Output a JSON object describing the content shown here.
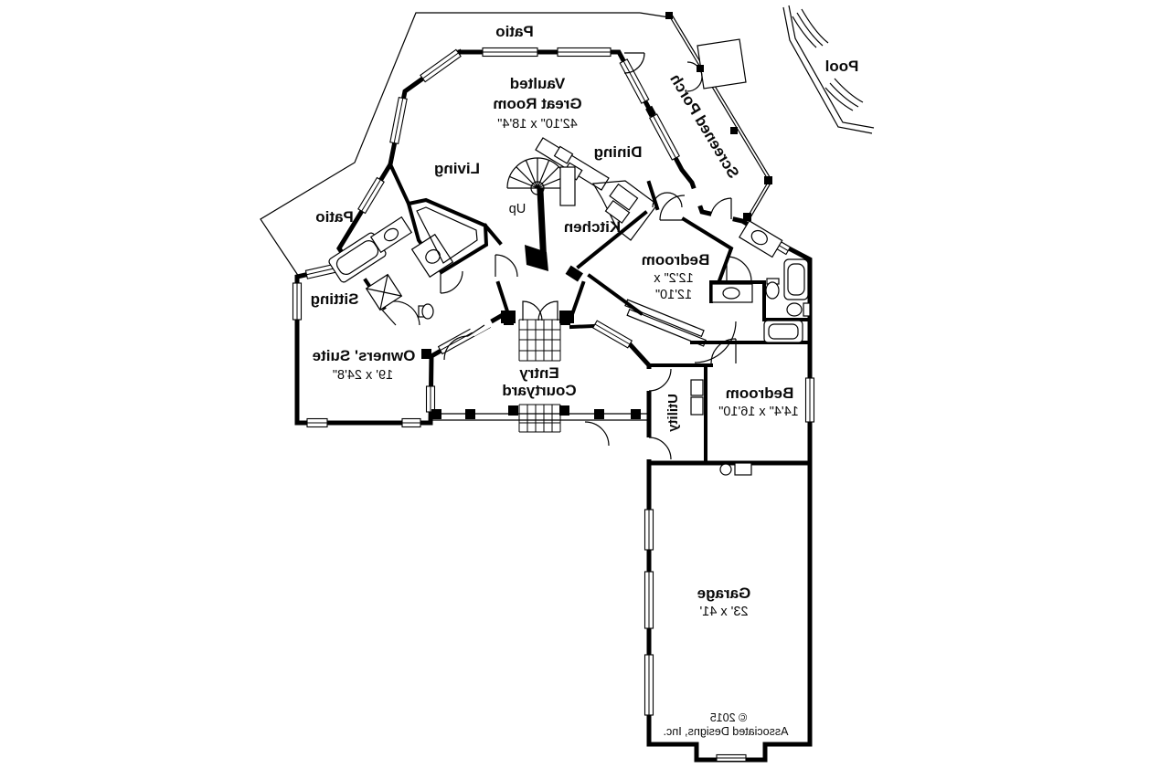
{
  "page": {
    "type": "floor-plan drawing",
    "text_direction": "mirrored",
    "background_color": "#ffffff",
    "ink_color": "#000000"
  },
  "labels": {
    "patio_top": "Patio",
    "pool": "Pool",
    "screened_porch": "Screened Porch",
    "great_room_line1": "Vaulted",
    "great_room_line2": "Great Room",
    "great_room_dims": "42'10\" x 18'4\"",
    "living": "Living",
    "dining": "Dining",
    "stairs_up": "Up",
    "kitchen": "Kitchen",
    "patio_left": "Patio",
    "sitting": "Sitting",
    "bedroom1_name": "Bedroom",
    "bedroom1_dims_line1": "12'2\" x",
    "bedroom1_dims_line2": "12'10\"",
    "owners_suite": "Owners' Suite",
    "owners_suite_dims": "19' x 24'8\"",
    "entry_line1": "Entry",
    "entry_line2": "Courtyard",
    "utility": "Utility",
    "bedroom2_name": "Bedroom",
    "bedroom2_dims": "14'4\" x 16'10\"",
    "garage": "Garage",
    "garage_dims": "23' x 41'",
    "copyright_line1": "© 2015",
    "copyright_line2": "Associated Designs, Inc."
  }
}
